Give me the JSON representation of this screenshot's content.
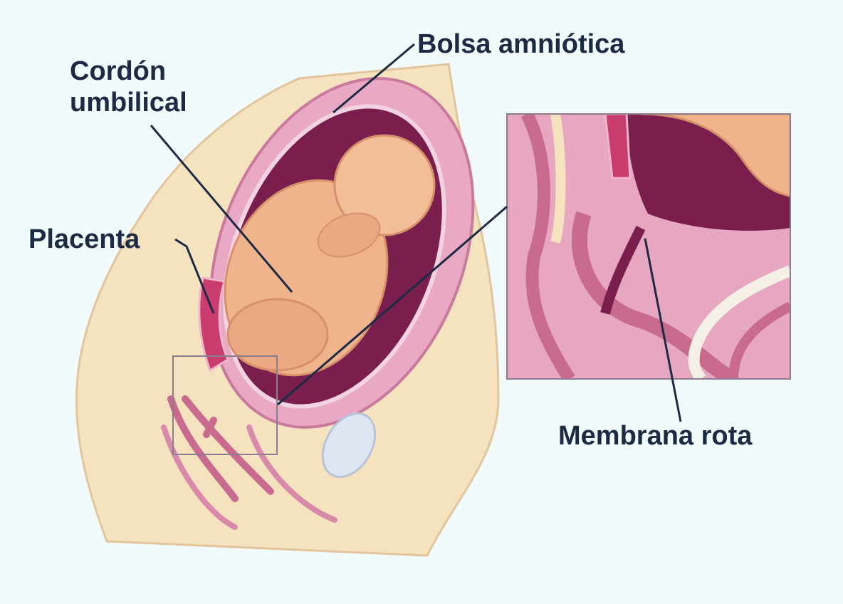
{
  "labels": {
    "bolsa": "Bolsa amniótica",
    "cordon_line1": "Cordón",
    "cordon_line2": "umbilical",
    "placenta": "Placenta",
    "membrana": "Membrana rota"
  },
  "colors": {
    "background": "#f2fbfc",
    "skin": "#f5e2bf",
    "uterus_wall": "#e9a9c4",
    "amniotic_fluid": "#7a1f4d",
    "fetus": "#efb48c",
    "placenta": "#c93d6e",
    "label_text": "#1c2a44"
  }
}
